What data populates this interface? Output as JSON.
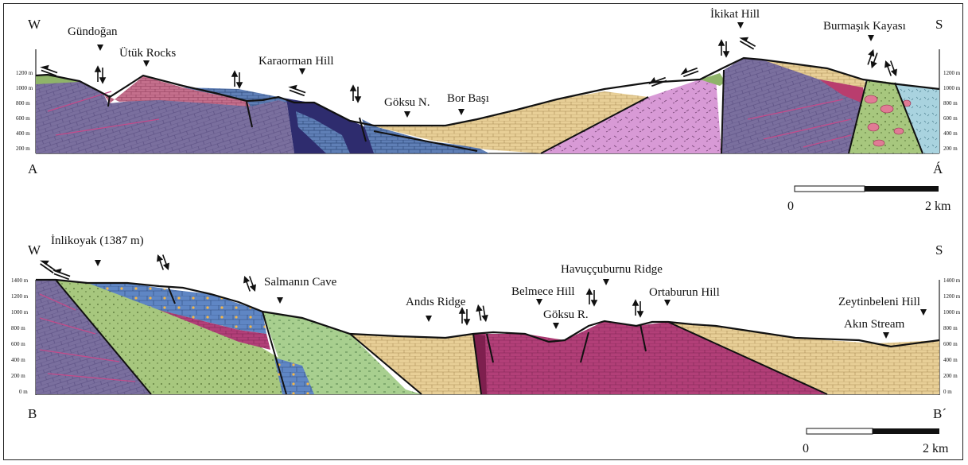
{
  "section_A": {
    "west": "W",
    "east": "S",
    "start": "A",
    "end": "Á",
    "elev_ticks": [
      "1200 m",
      "1000 m",
      "800 m",
      "600 m",
      "400 m",
      "200 m"
    ],
    "labels": {
      "gundogan": "Gündoğan",
      "utuk": "Ütük Rocks",
      "karaorman": "Karaorman Hill",
      "goksu": "Göksu N.",
      "borbasi": "Bor Başı",
      "ikikat": "İkikat Hill",
      "burmasik": "Burmaşık Kayası"
    },
    "scale": {
      "start": "0",
      "end": "2 km"
    }
  },
  "section_B": {
    "west": "W",
    "east": "S",
    "start": "B",
    "end": "B´",
    "elev_ticks": [
      "1400 m",
      "1200 m",
      "1000 m",
      "800 m",
      "600 m",
      "400 m",
      "200 m",
      "0 m"
    ],
    "labels": {
      "inlikoyak": "İnlikoyak (1387 m)",
      "salmanin": "Salmanın Cave",
      "andis": "Andıs Ridge",
      "belmece": "Belmece Hill",
      "havuccuburnu": "Havuççuburnu Ridge",
      "goksu_r": "Göksu R.",
      "ortaburun": "Ortaburun Hill",
      "zeytinbeleni": "Zeytinbeleni Hill",
      "akin": "Akın Stream"
    },
    "scale": {
      "start": "0",
      "end": "2 km"
    }
  },
  "colors": {
    "limestone_blue": "#5f7fb6",
    "metamorphic_purple": "#7a6f9e",
    "pink_crimson": "#b04d79",
    "magenta_unit": "#b53c7a",
    "tan_limestone": "#e8cf97",
    "lilac_volcanic": "#d89ad6",
    "green_unit": "#a7c77e",
    "light_blue_unit": "#a9d3df"
  }
}
